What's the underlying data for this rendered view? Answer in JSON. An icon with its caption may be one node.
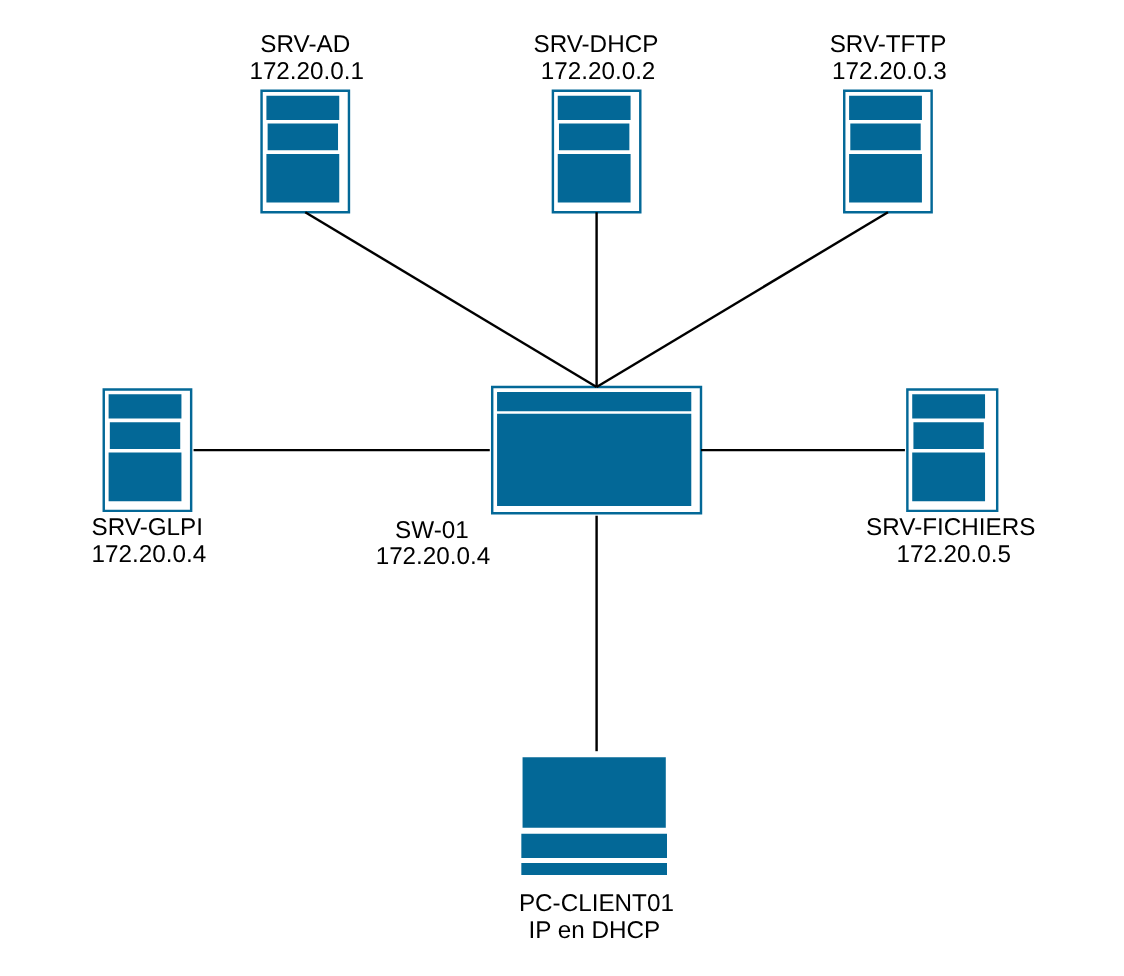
{
  "diagram": {
    "nodes": [
      {
        "text": [
          "SRV-AD",
          "172.20.0.1"
        ]
      },
      {
        "text": [
          "SRV-DHCP",
          "172.20.0.2"
        ]
      },
      {
        "text": [
          "SRV-TFTP",
          "172.20.0.3"
        ]
      },
      {
        "text": [
          "SRV-GLPI",
          "172.20.0.4"
        ]
      },
      {
        "text": [
          "SW-01",
          "172.20.0.4"
        ]
      },
      {
        "text": [
          "SRV-FICHIERS",
          "172.20.0.5"
        ]
      },
      {
        "text": [
          "PC-CLIENT01",
          "IP en DHCP"
        ]
      }
    ],
    "edges": [
      {
        "from": 0,
        "to": 4,
        "arrow": "none"
      },
      {
        "from": 1,
        "to": 4,
        "arrow": "none"
      },
      {
        "from": 2,
        "to": 4,
        "arrow": "none"
      },
      {
        "from": 3,
        "to": 4,
        "arrow": "none"
      },
      {
        "from": 4,
        "to": 5,
        "arrow": "none"
      },
      {
        "from": 4,
        "to": 6,
        "arrow": "none"
      }
    ]
  }
}
